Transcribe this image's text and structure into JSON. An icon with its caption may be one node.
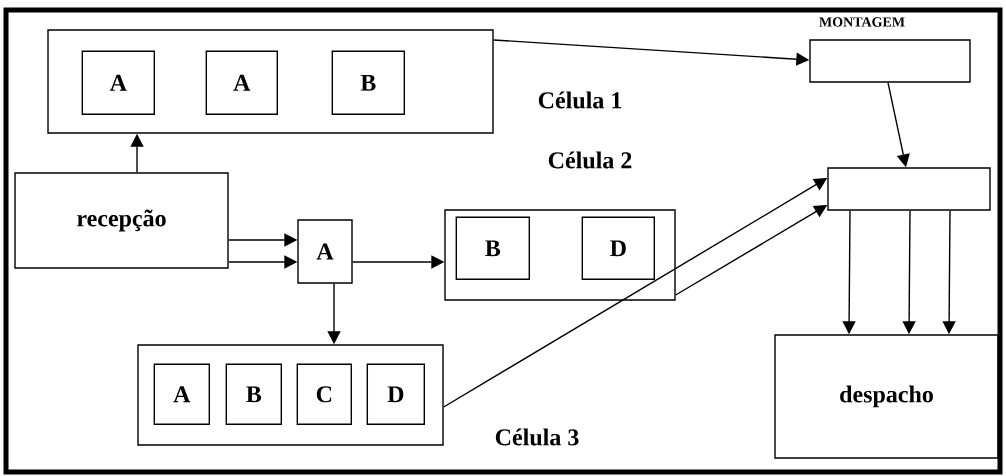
{
  "diagram": {
    "nodes": [
      {
        "text": [
          "Célula 1"
        ]
      },
      {
        "text": [
          "A"
        ],
        "in": 0
      },
      {
        "text": [
          "A"
        ],
        "in": 0
      },
      {
        "text": [
          "B"
        ],
        "in": 0
      },
      {
        "text": [
          "recepção"
        ]
      },
      {
        "text": [
          "A"
        ]
      },
      {
        "text": [
          "Célula 2"
        ]
      },
      {
        "text": [
          "B"
        ],
        "in": 6
      },
      {
        "text": [
          "D"
        ],
        "in": 6
      },
      {
        "text": [
          "Célula 3"
        ]
      },
      {
        "text": [
          "A"
        ],
        "in": 9
      },
      {
        "text": [
          "B"
        ],
        "in": 9
      },
      {
        "text": [
          "C"
        ],
        "in": 9
      },
      {
        "text": [
          "D"
        ],
        "in": 9
      },
      {
        "text": [
          "MONTAGEM"
        ]
      },
      {
        "text": [],
        "shape": "box"
      },
      {
        "text": [
          "despacho"
        ]
      }
    ],
    "edges": [
      {
        "from": 0,
        "to": 14,
        "arrow": "to"
      },
      {
        "from": 4,
        "to": 0,
        "arrow": "to"
      },
      {
        "from": 4,
        "to": 5,
        "arrow": "to"
      },
      {
        "from": 4,
        "to": 5,
        "arrow": "to"
      },
      {
        "from": 5,
        "to": 6,
        "arrow": "to"
      },
      {
        "from": 5,
        "to": 9,
        "arrow": "to"
      },
      {
        "from": 6,
        "to": 15,
        "arrow": "to"
      },
      {
        "from": 9,
        "to": 15,
        "arrow": "to"
      },
      {
        "from": 14,
        "to": 15,
        "arrow": "to"
      },
      {
        "from": 15,
        "to": 16,
        "arrow": "to"
      },
      {
        "from": 15,
        "to": 16,
        "arrow": "to"
      },
      {
        "from": 15,
        "to": 16,
        "arrow": "to"
      }
    ]
  }
}
